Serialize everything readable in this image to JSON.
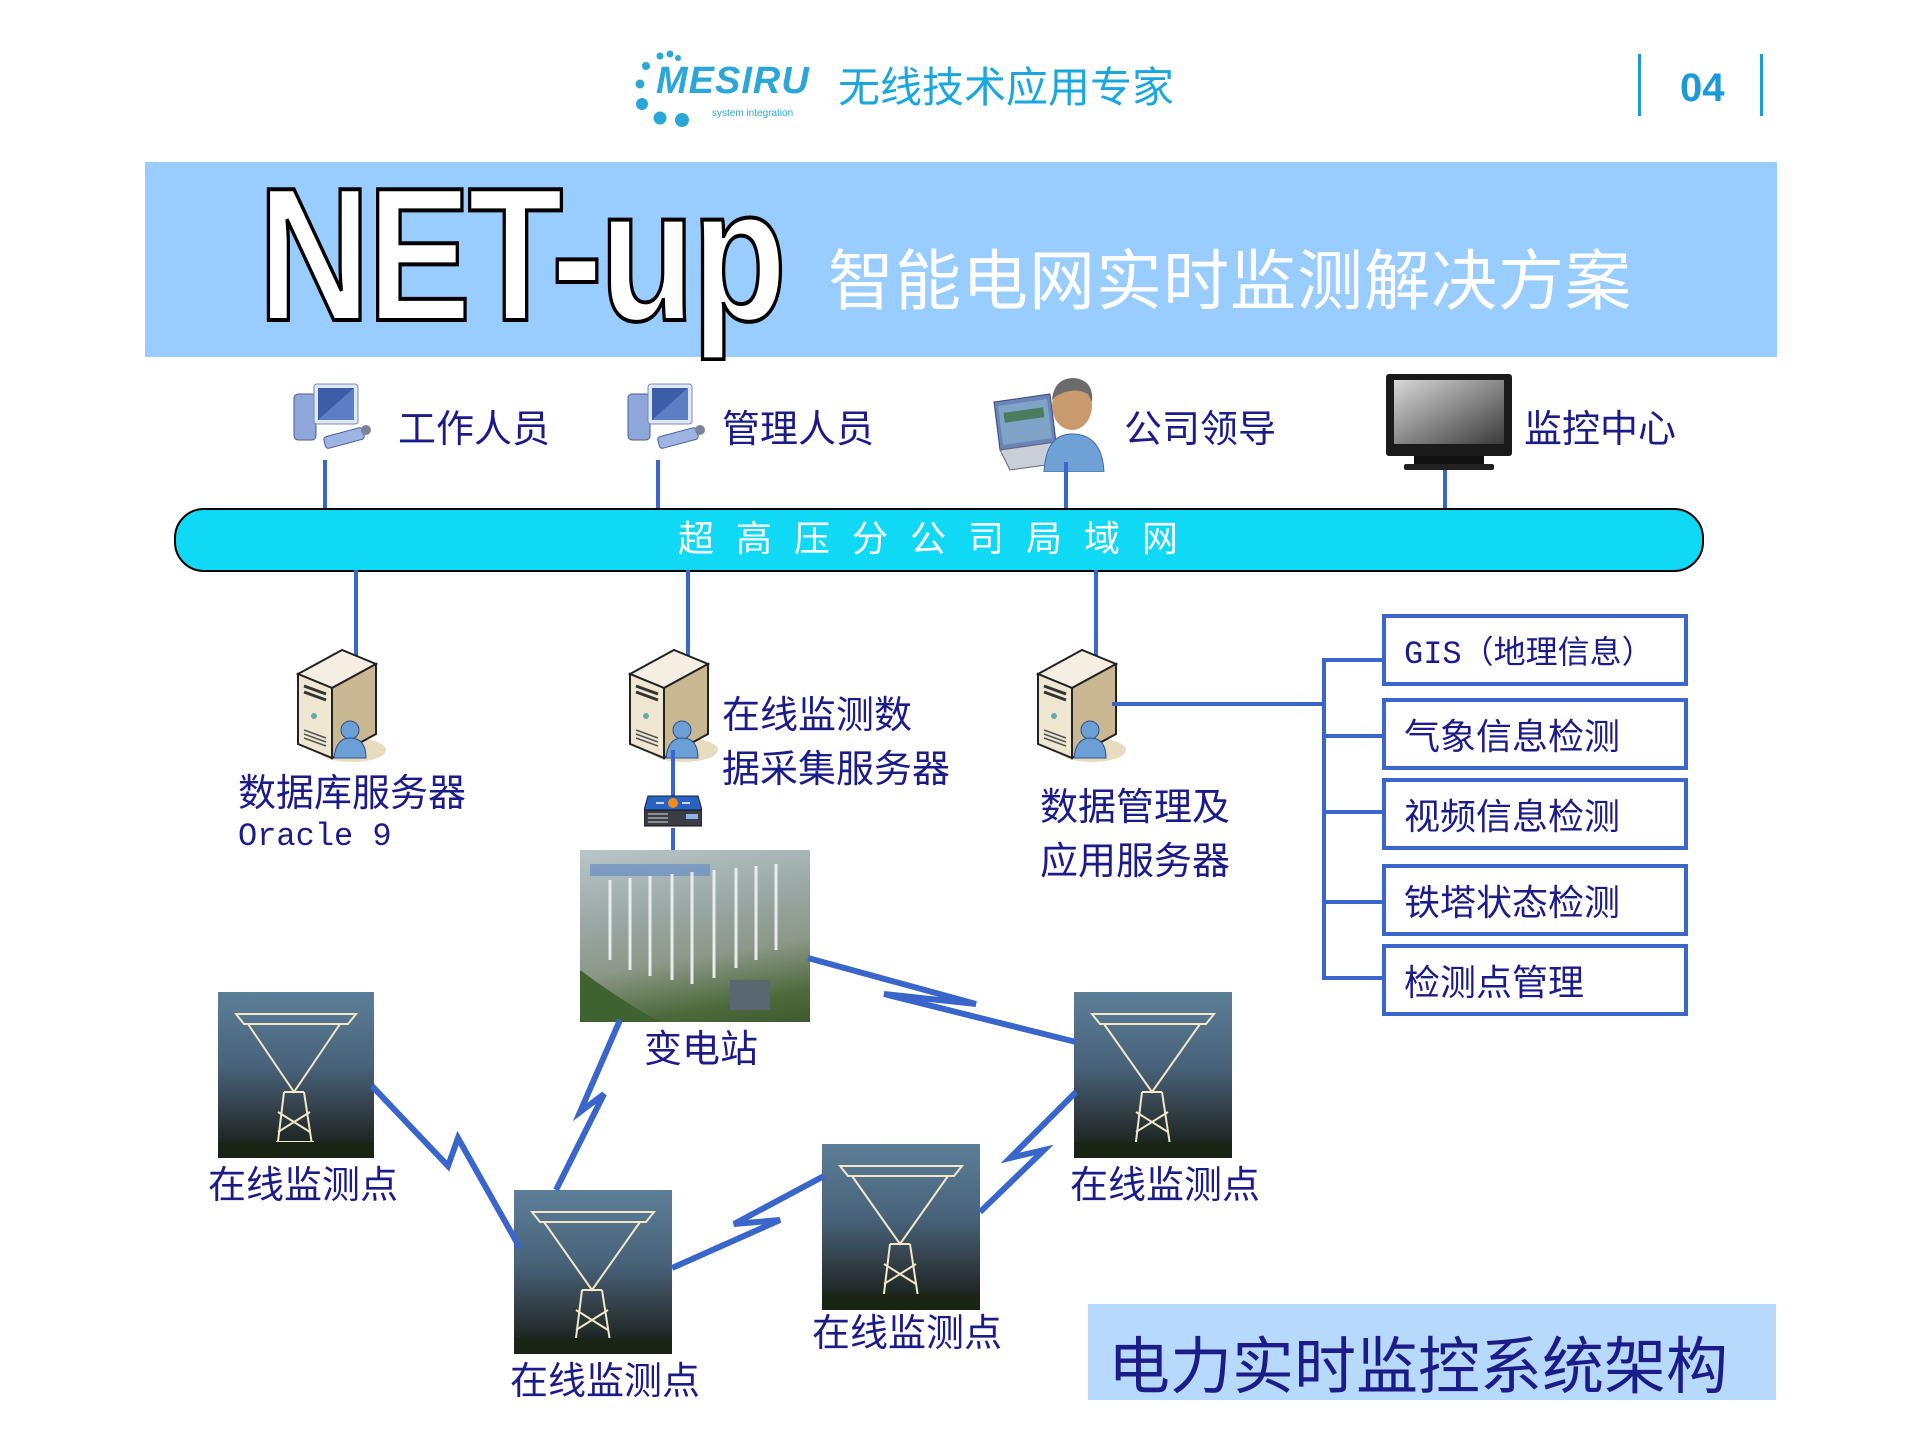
{
  "header": {
    "logo": {
      "name": "MESIRU",
      "subtitle": "system integration",
      "color": "#2aa7d6"
    },
    "slogan": "无线技术应用专家",
    "page_number": "04"
  },
  "banner": {
    "title": "NET-up",
    "subtitle": "智能电网实时监测解决方案",
    "background": "#99ccff"
  },
  "clients": [
    {
      "label": "工作人员",
      "icon": "desktop-computer-icon"
    },
    {
      "label": "管理人员",
      "icon": "desktop-computer-icon"
    },
    {
      "label": "公司领导",
      "icon": "laptop-user-icon"
    },
    {
      "label": "监控中心",
      "icon": "monitor-tv-icon"
    }
  ],
  "lan": {
    "label": "超高压分公司局域网",
    "color": "#0fd9f5"
  },
  "servers": [
    {
      "label_lines": [
        "数据库服务器"
      ],
      "sub": "Oracle 9",
      "icon": "server-user-icon"
    },
    {
      "label_lines": [
        "在线监测数",
        "据采集服务器"
      ],
      "icon": "server-user-icon"
    },
    {
      "label_lines": [
        "数据管理及",
        "应用服务器"
      ],
      "icon": "server-user-icon"
    }
  ],
  "modules": [
    {
      "label": "GIS（地理信息）"
    },
    {
      "label": "气象信息检测"
    },
    {
      "label": "视频信息检测"
    },
    {
      "label": "铁塔状态检测"
    },
    {
      "label": "检测点管理"
    }
  ],
  "gateway": {
    "icon": "wireless-gateway-icon"
  },
  "substation": {
    "label": "变电站"
  },
  "monitor_points": [
    {
      "label": "在线监测点"
    },
    {
      "label": "在线监测点"
    },
    {
      "label": "在线监测点"
    },
    {
      "label": "在线监测点"
    }
  ],
  "footer": {
    "title": "电力实时监控系统架构"
  },
  "colors": {
    "line": "#3a66cc",
    "text": "#1b1b8a",
    "accent": "#1a9ad8"
  }
}
